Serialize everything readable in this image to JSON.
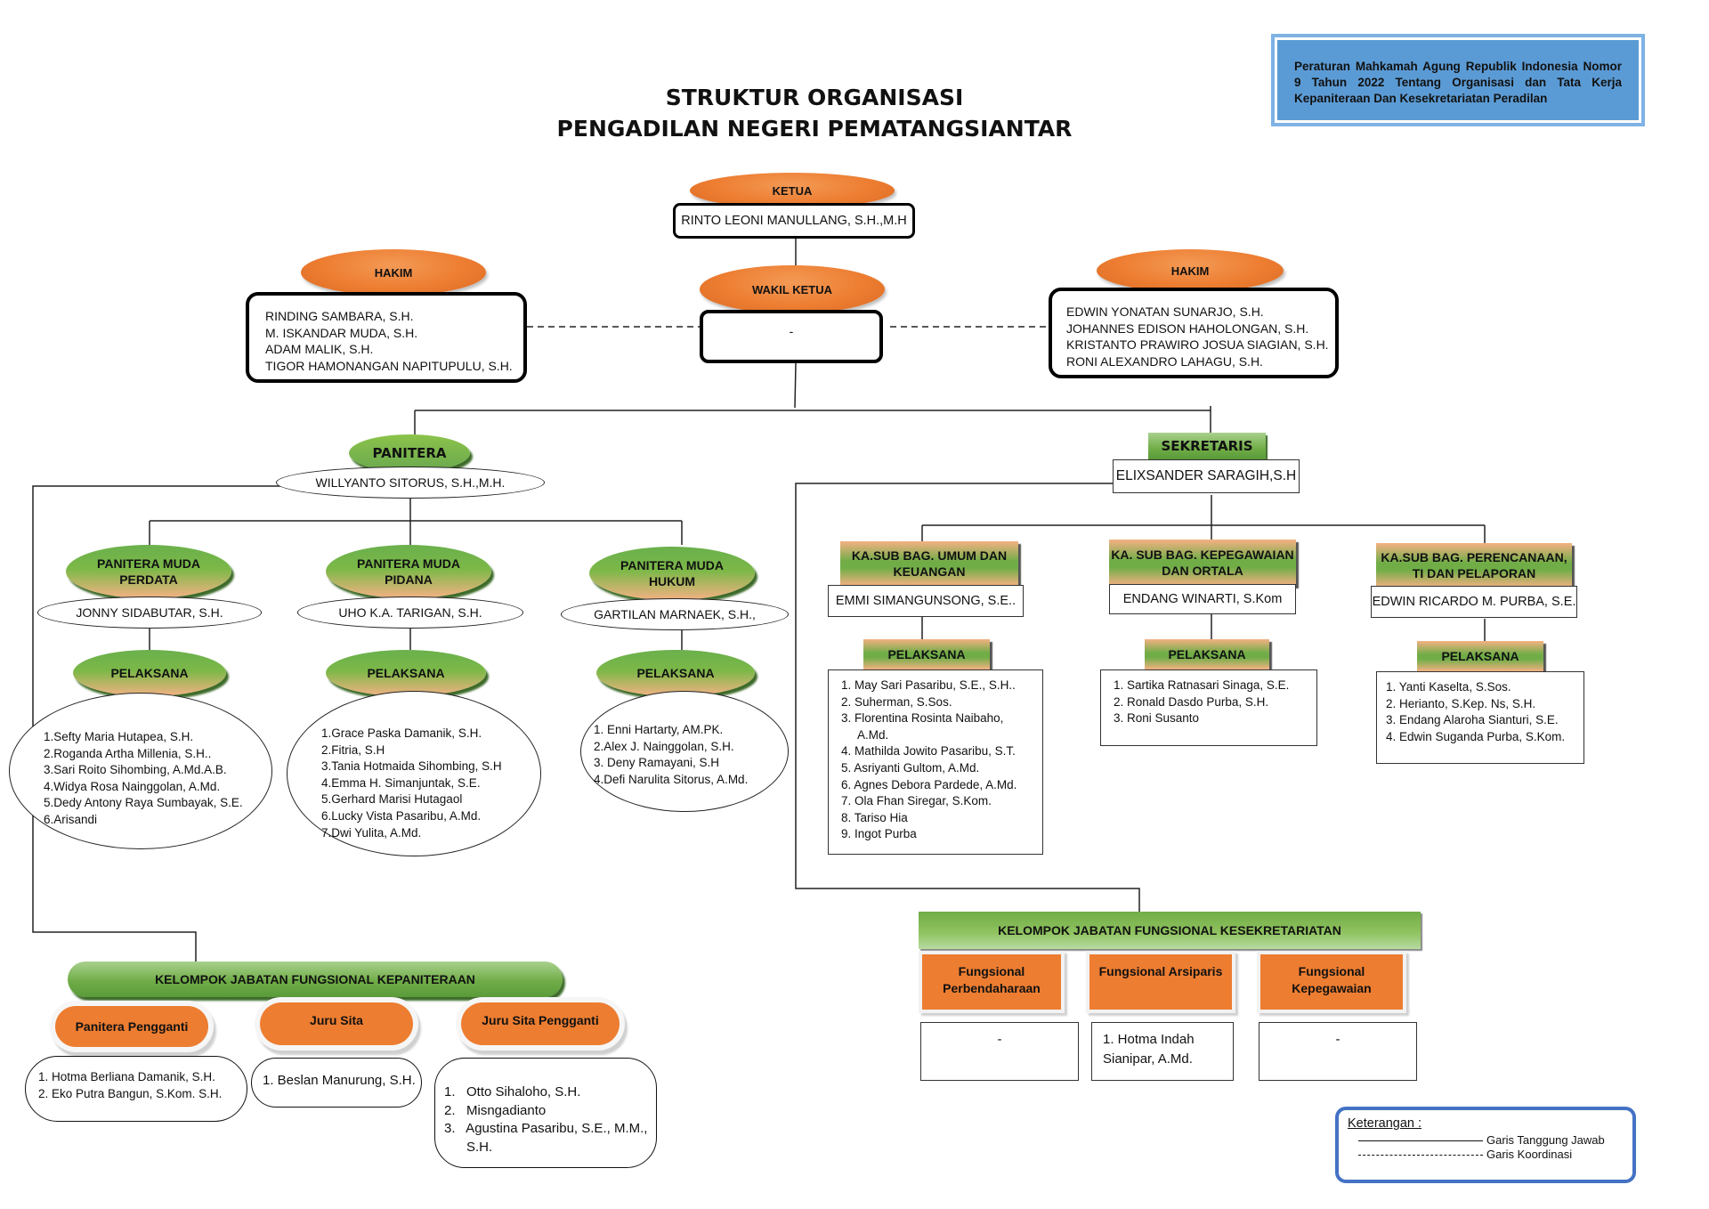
{
  "title": {
    "line1": "STRUKTUR ORGANISASI",
    "line2": "PENGADILAN NEGERI PEMATANGSIANTAR"
  },
  "regulation_note": "Peraturan Mahkamah Agung Republik Indonesia Nomor 9 Tahun 2022 Tentang Organisasi dan Tata Kerja Kepaniteraan Dan Kesekretariatan Peradilan",
  "ketua": {
    "label": "KETUA",
    "name": "RINTO LEONI MANULLANG, S.H.,M.H"
  },
  "wakil_ketua": {
    "label": "WAKIL  KETUA",
    "name": "-"
  },
  "hakim_left": {
    "label": "HAKIM",
    "members": [
      "RINDING SAMBARA, S.H.",
      "M. ISKANDAR MUDA, S.H.",
      "ADAM MALIK, S.H.",
      "TIGOR HAMONANGAN NAPITUPULU, S.H."
    ]
  },
  "hakim_right": {
    "label": "HAKIM",
    "members": [
      "EDWIN YONATAN SUNARJO, S.H.",
      "JOHANNES EDISON HAHOLONGAN, S.H.",
      "KRISTANTO PRAWIRO JOSUA SIAGIAN, S.H.",
      "RONI ALEXANDRO LAHAGU, S.H."
    ]
  },
  "panitera": {
    "label": "PANITERA",
    "name": "WILLYANTO SITORUS, S.H.,M.H."
  },
  "panitera_muda": [
    {
      "label_l1": "PANITERA MUDA",
      "label_l2": "PERDATA",
      "name": "JONNY SIDABUTAR, S.H.",
      "pelaksana_label": "PELAKSANA",
      "pelaksana": [
        "1.Sefty Maria Hutapea, S.H.",
        "2.Roganda Artha Millenia, S.H..",
        "3.Sari Roito Sihombing, A.Md.A.B.",
        "4.Widya Rosa Nainggolan, A.Md.",
        "5.Dedy Antony Raya Sumbayak, S.E.",
        "6.Arisandi"
      ]
    },
    {
      "label_l1": "PANITERA MUDA",
      "label_l2": "PIDANA",
      "name": "UHO K.A. TARIGAN, S.H.",
      "pelaksana_label": "PELAKSANA",
      "pelaksana": [
        "1.Grace Paska Damanik, S.H.",
        "2.Fitria, S.H",
        "3.Tania Hotmaida Sihombing, S.H",
        "4.Emma H. Simanjuntak, S.E.",
        "5.Gerhard Marisi Hutagaol",
        "6.Lucky Vista Pasaribu, A.Md.",
        "7.Dwi Yulita, A.Md."
      ]
    },
    {
      "label_l1": "PANITERA MUDA",
      "label_l2": "HUKUM",
      "name": "GARTILAN MARNAEK, S.H.,",
      "pelaksana_label": "PELAKSANA",
      "pelaksana": [
        "1. Enni Hartarty, AM.PK.",
        "2.Alex J. Nainggolan, S.H.",
        "3. Deny Ramayani, S.H",
        "4.Defi Narulita Sitorus, A.Md."
      ]
    }
  ],
  "sekretaris": {
    "label": "SEKRETARIS",
    "name": "ELIXSANDER SARAGIH,S.H"
  },
  "subbag": [
    {
      "label_l1": "KA.SUB BAG. UMUM DAN",
      "label_l2": "KEUANGAN",
      "name": "EMMI SIMANGUNSONG, S.E..",
      "pelaksana_label": "PELAKSANA",
      "pelaksana": [
        "1.  May Sari Pasaribu, S.E., S.H..",
        "2.  Suherman, S.Sos.",
        "3.  Florentina Rosinta Naibaho,",
        "     A.Md.",
        "4.  Mathilda Jowito Pasaribu, S.T.",
        "5.  Asriyanti Gultom, A.Md.",
        "6.  Agnes Debora Pardede, A.Md.",
        "7.  Ola Fhan Siregar, S.Kom.",
        "8.  Tariso Hia",
        "9.  Ingot Purba"
      ]
    },
    {
      "label_l1": "KA. SUB BAG. KEPEGAWAIAN",
      "label_l2": "DAN ORTALA",
      "name": "ENDANG WINARTI, S.Kom",
      "pelaksana_label": "PELAKSANA",
      "pelaksana": [
        "1.  Sartika Ratnasari Sinaga, S.E.",
        "2.  Ronald Dasdo Purba, S.H.",
        "3.  Roni Susanto"
      ]
    },
    {
      "label_l1": "KA.SUB BAG. PERENCANAAN,",
      "label_l2": "TI DAN PELAPORAN",
      "name": "EDWIN RICARDO M. PURBA, S.E.",
      "pelaksana_label": "PELAKSANA",
      "pelaksana": [
        "1.  Yanti Kaselta, S.Sos.",
        "2.  Herianto, S.Kep. Ns, S.H.",
        "3.  Endang Alaroha Sianturi, S.E.",
        "4.  Edwin Suganda Purba, S.Kom."
      ]
    }
  ],
  "fungsional_kepaniteraan": {
    "label": "KELOMPOK JABATAN FUNGSIONAL KEPANITERAAN",
    "groups": [
      {
        "label": "Panitera Pengganti",
        "members": [
          "1.  Hotma Berliana Damanik, S.H.",
          "2.  Eko Putra Bangun, S.Kom. S.H."
        ]
      },
      {
        "label": "Juru Sita",
        "members": [
          "1. Beslan Manurung, S.H."
        ]
      },
      {
        "label": "Juru Sita Pengganti",
        "members": [
          "1.   Otto Sihaloho, S.H.",
          "2.   Misngadianto",
          "3.   Agustina Pasaribu, S.E., M.M.,",
          "      S.H."
        ]
      }
    ]
  },
  "fungsional_kesekretariatan": {
    "label": "KELOMPOK JABATAN FUNGSIONAL KESEKRETARIATAN",
    "groups": [
      {
        "label_l1": "Fungsional",
        "label_l2": "Perbendaharaan",
        "members": [
          "-"
        ]
      },
      {
        "label_l1": "Fungsional Arsiparis",
        "label_l2": "",
        "members": [
          "1. Hotma Indah",
          "Sianipar, A.Md."
        ]
      },
      {
        "label_l1": "Fungsional",
        "label_l2": "Kepegawaian",
        "members": [
          "-"
        ]
      }
    ]
  },
  "legend": {
    "title": "Keterangan :",
    "solid_label": "Garis Tanggung Jawab",
    "dashed_label": "Garis Koordinasi"
  }
}
